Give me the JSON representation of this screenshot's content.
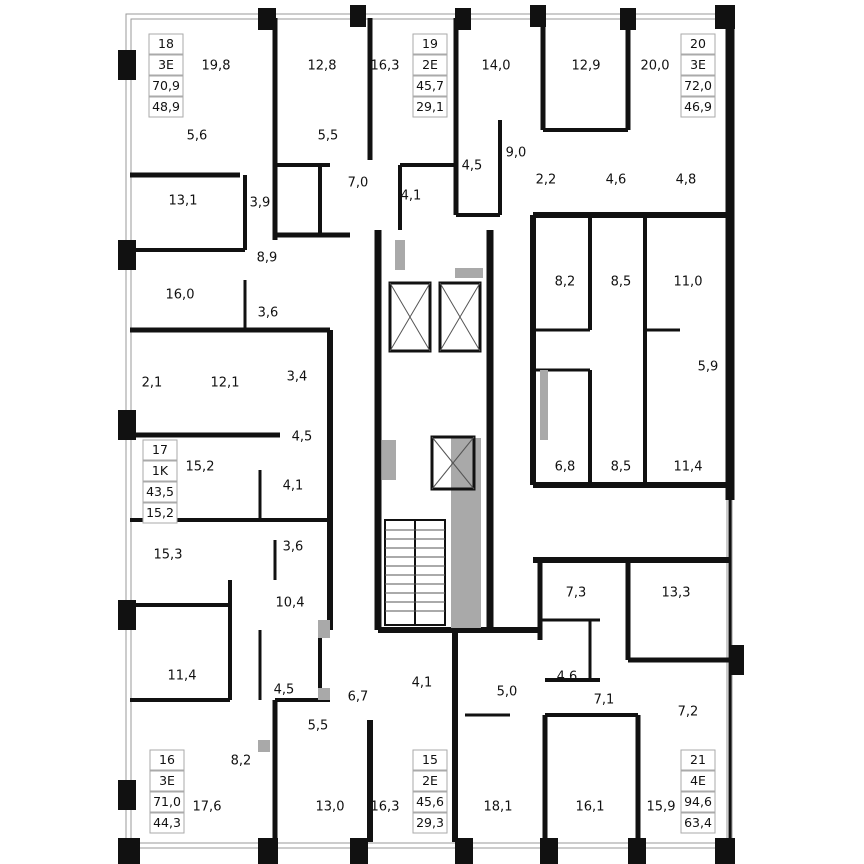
{
  "colors": {
    "wall": "#111111",
    "shaft": "#a9a9a9",
    "fixture": "#9a9a9a",
    "background": "#ffffff"
  },
  "apartments": [
    {
      "number": "18",
      "type": "3E",
      "total_area": "70,9",
      "living_area": "48,9"
    },
    {
      "number": "19",
      "type": "2E",
      "total_area": "45,7",
      "living_area": "29,1"
    },
    {
      "number": "20",
      "type": "3E",
      "total_area": "72,0",
      "living_area": "46,9"
    },
    {
      "number": "17",
      "type": "1K",
      "total_area": "43,5",
      "living_area": "15,2"
    },
    {
      "number": "16",
      "type": "3E",
      "total_area": "71,0",
      "living_area": "44,3"
    },
    {
      "number": "15",
      "type": "2E",
      "total_area": "45,6",
      "living_area": "29,3"
    },
    {
      "number": "21",
      "type": "4E",
      "total_area": "94,6",
      "living_area": "63,4"
    }
  ],
  "rooms": [
    "19,8",
    "12,8",
    "16,3",
    "14,0",
    "12,9",
    "20,0",
    "5,6",
    "5,5",
    "13,1",
    "3,9",
    "7,0",
    "4,1",
    "4,5",
    "9,0",
    "2,2",
    "4,6",
    "4,8",
    "8,9",
    "16,0",
    "3,6",
    "8,2",
    "8,5",
    "11,0",
    "5,9",
    "2,1",
    "12,1",
    "3,4",
    "4,5",
    "6,8",
    "8,5",
    "11,4",
    "15,2",
    "4,1",
    "15,3",
    "3,6",
    "10,4",
    "7,3",
    "13,3",
    "11,4",
    "4,5",
    "6,7",
    "4,1",
    "5,0",
    "4,6",
    "7,1",
    "7,2",
    "5,5",
    "8,2",
    "17,6",
    "13,0",
    "16,3",
    "18,1",
    "16,1",
    "15,9"
  ]
}
